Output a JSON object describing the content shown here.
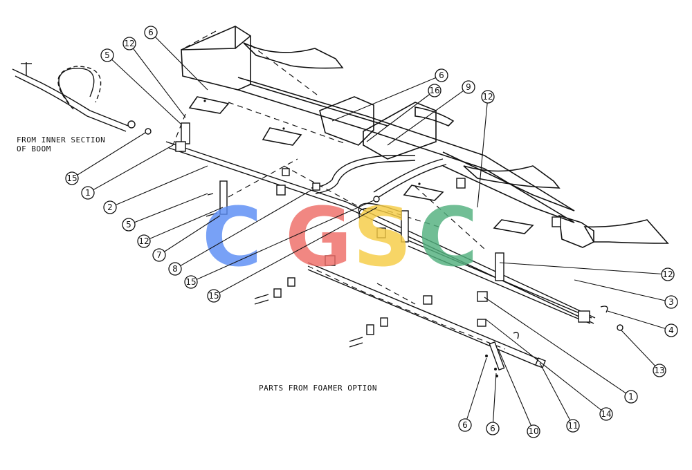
{
  "labels": {
    "from_inner": [
      "FROM INNER SECTION",
      "OF BOOM"
    ],
    "foamer": "PARTS FROM FOAMER OPTION"
  },
  "watermark": {
    "letters": [
      "C",
      "G",
      "S",
      "C"
    ],
    "colors": [
      "#5b8df5",
      "#ee6d67",
      "#f6cc45",
      "#52b07e"
    ]
  },
  "callouts": [
    "6",
    "5",
    "12",
    "6",
    "16",
    "9",
    "12",
    "15",
    "1",
    "2",
    "5",
    "12",
    "7",
    "8",
    "15",
    "15",
    "12",
    "3",
    "4",
    "13",
    "1",
    "14",
    "11",
    "10",
    "6",
    "6"
  ]
}
